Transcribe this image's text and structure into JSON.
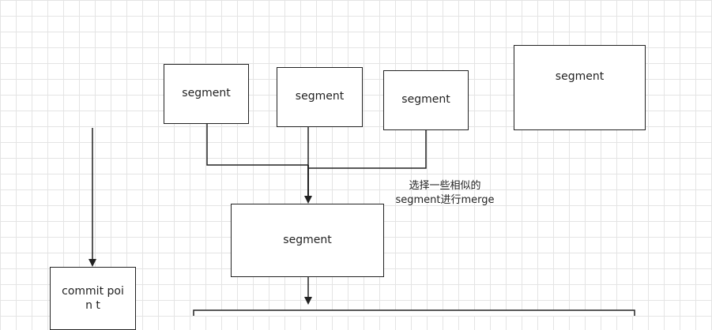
{
  "diagram": {
    "segments": [
      "segment",
      "segment",
      "segment",
      "segment"
    ],
    "merged_segment": "segment",
    "commit_point": "commit poin t",
    "note_line1": "选择一些相似的",
    "note_line2": "segment进行merge"
  }
}
